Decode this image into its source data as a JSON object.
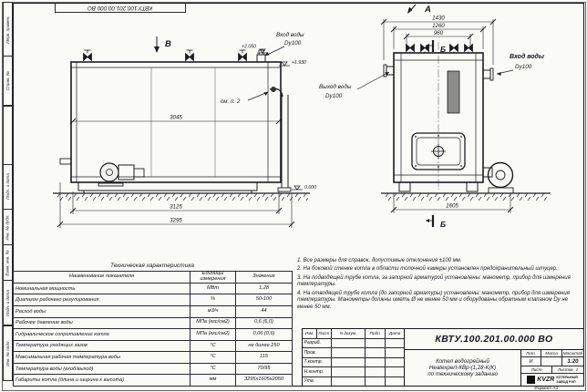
{
  "frame": {
    "doc_number_top": "КВТУ.100.201.00.000 ВО",
    "format_note": "Формат А3",
    "side_strips": [
      "Перв. примен.",
      "Справ. №",
      "Подп. и дата",
      "Инв. № дубл.",
      "Взам. инв. №",
      "Подп. и дата",
      "Инв. № подл."
    ]
  },
  "drawing": {
    "side_view": {
      "view_label": "В",
      "see_note": "см. п. 2",
      "inlet_label": "Вход воды",
      "inlet_dn": "Dy100",
      "elev_top": "+2.050",
      "elev_mid": "+1.930",
      "elev_zero": "0.000",
      "dim_inner": "3045",
      "dim_base": "3125",
      "dim_overall": "3295"
    },
    "front_view": {
      "view_label": "А",
      "section_top": "Б",
      "section_bottom": "Б",
      "outlet_label": "Выход воды",
      "outlet_dn": "Dy100",
      "inlet_label": "Вход воды",
      "inlet_dn": "Dy100",
      "dim_overall_top": "1430",
      "dim_mid_top": "1260",
      "dim_inner_top": "960",
      "dim_base": "1605"
    }
  },
  "notes": [
    "1.  Все размеры для справок, допустимые отклонения ±100 мм.",
    "2.  На боковой стенке котла в области топочной камеры установлен предохранительный штуцер.",
    "3.  На подводящей трубе котла, за запорной арматурой установлены: манометр, прибор для измерения температуры.",
    "4.  На отводящей трубе котла (до запорной арматуры) установлены: манометр, прибор для измерения температуры. Манометры должны иметь Ø не менее 50 мм и оборудованы обратным клапаном Dy не менее 50 мм."
  ],
  "tech_table": {
    "title": "Техническая характеристика",
    "headers": [
      "Наименование показателя",
      "Единицы измерения",
      "Значение"
    ],
    "rows": [
      [
        "Номинальная мощность",
        "МВт",
        "1,28"
      ],
      [
        "Диапазон рабочего регулирования",
        "%",
        "50-100"
      ],
      [
        "Расход воды",
        "м3/ч",
        "44"
      ],
      [
        "Рабочее давление воды",
        "МПа (кгс/см2)",
        "0,6 (6,0)"
      ],
      [
        "Гидравлическое сопротивление котла",
        "МПа (кгс/см2)",
        "0,06 (0,6)"
      ],
      [
        "Температура уходящих газов",
        "°С",
        "не более 250"
      ],
      [
        "Максимальная рабочая температура воды",
        "°С",
        "115"
      ],
      [
        "Температура воды (вход/выход)",
        "°С",
        "70/95"
      ],
      [
        "Габариты котла (длина и ширина х высота)",
        "мм",
        "3295х1605х2050"
      ]
    ]
  },
  "title_block": {
    "doc_number": "КВТУ.100.201.00.000 ВО",
    "header_cols": [
      "Изм.",
      "Лист",
      "N докум.",
      "Подп.",
      "Дата"
    ],
    "roles": [
      "Разраб.",
      "Пров.",
      "Т.контр.",
      "Н.контр.",
      "Утв."
    ],
    "product_name_1": "Котел водогрейный",
    "product_name_2": "Heatexpert-КВр-(1,28-К(К)",
    "product_name_3": "по техническому заданию",
    "lit_label": "Лит.",
    "lit_value": "И",
    "mass_label": "Масса",
    "scale_label": "Масштаб",
    "scale_value": "1:20",
    "sheet_label": "Лист",
    "sheets_label": "Листов",
    "sheets_value": "1",
    "logo_text": "KVZR",
    "company_line1": "КОТЕЛЬНЫЙ",
    "company_line2": "ЗАВОД РЭП"
  }
}
